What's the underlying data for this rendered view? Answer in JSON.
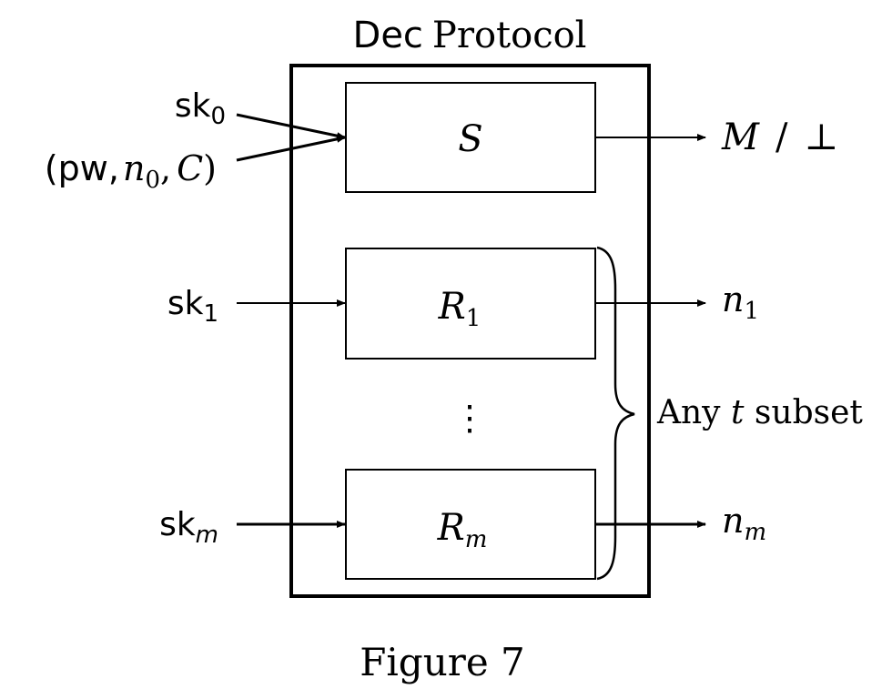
{
  "diagram": {
    "title_prefix": "Dec",
    "title_suffix": "Protocol",
    "caption": "Figure 7",
    "inputs": {
      "sk0_base": "sk",
      "sk0_sub": "0",
      "pw_open": "(pw,",
      "pw_n": "n",
      "pw_n_sub": "0",
      "pw_comma": ",",
      "pw_C": "C",
      "pw_close": ")",
      "sk1_base": "sk",
      "sk1_sub": "1",
      "skm_base": "sk",
      "skm_sub": "m"
    },
    "boxes": {
      "s_label": "S",
      "r1_base": "R",
      "r1_sub": "1",
      "rm_base": "R",
      "rm_sub": "m",
      "dots": "⋮"
    },
    "outputs": {
      "out_m": "M",
      "out_slash": "/",
      "out_bot": "⊥",
      "n1_base": "n",
      "n1_sub": "1",
      "nm_base": "n",
      "nm_sub": "m"
    },
    "brace_label_pre": "Any",
    "brace_label_t": "t",
    "brace_label_post": "subset"
  }
}
